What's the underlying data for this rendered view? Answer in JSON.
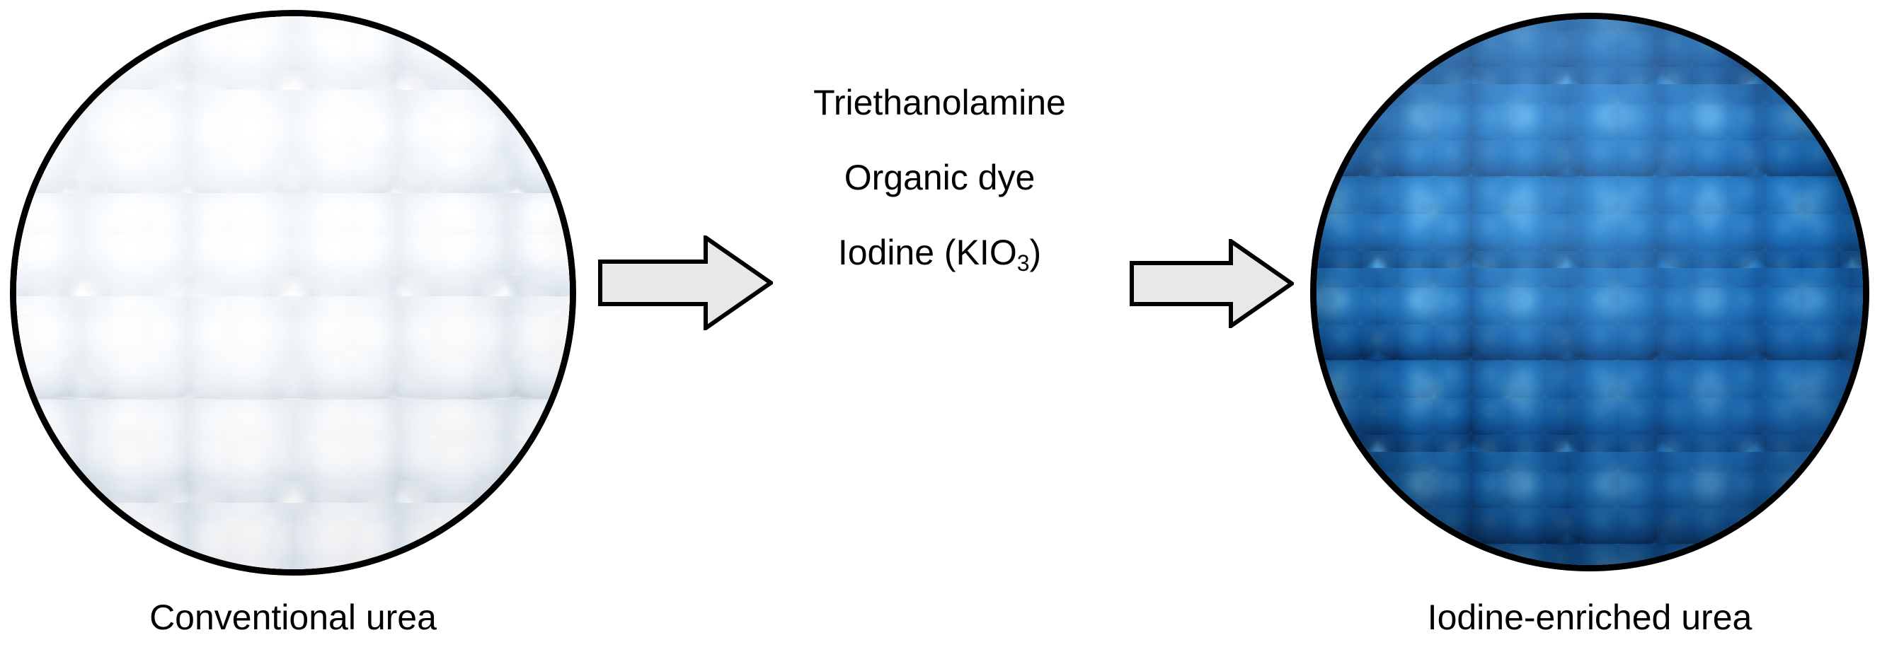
{
  "figure": {
    "type": "process-flow-diagram",
    "background_color": "#ffffff",
    "samples": [
      {
        "id": "conventional-urea",
        "caption": "Conventional urea",
        "appearance": "white spherical urea prills on pinkish background",
        "border_color": "#000000",
        "primary_color": "#f2f5f9",
        "accent_color": "#eec3c1"
      },
      {
        "id": "iodine-enriched-urea",
        "caption": "Iodine-enriched urea",
        "appearance": "blue coated spherical urea prills",
        "border_color": "#000000",
        "primary_color": "#1b6fbe",
        "accent_color": "#0a2550"
      }
    ],
    "arrows": [
      {
        "id": "arrow-1",
        "direction": "right",
        "fill": "#e8e8e8",
        "stroke": "#000000"
      },
      {
        "id": "arrow-2",
        "direction": "right",
        "fill": "#e8e8e8",
        "stroke": "#000000"
      }
    ],
    "reagents": {
      "line_1": "Triethanolamine",
      "line_2": "Organic dye",
      "line_3_prefix": "Iodine (KIO",
      "line_3_subscript": "3",
      "line_3_suffix": ")"
    }
  }
}
